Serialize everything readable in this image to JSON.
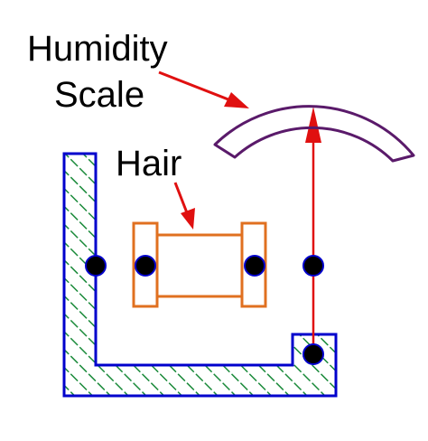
{
  "labels": {
    "humidity_line1": "Humidity",
    "humidity_line2": "Scale",
    "hair": "Hair"
  },
  "colors": {
    "frame_outline": "#0000cc",
    "frame_hatch": "#1a8a3a",
    "hair_element": "#e07020",
    "scale_arc": "#5a1a6a",
    "arrow": "#e01010",
    "pivot_fill": "#000000",
    "pivot_outline": "#0000cc"
  },
  "icons": {
    "pivot": "pivot-dot-icon",
    "pointer_arrowhead": "arrowhead-icon"
  }
}
